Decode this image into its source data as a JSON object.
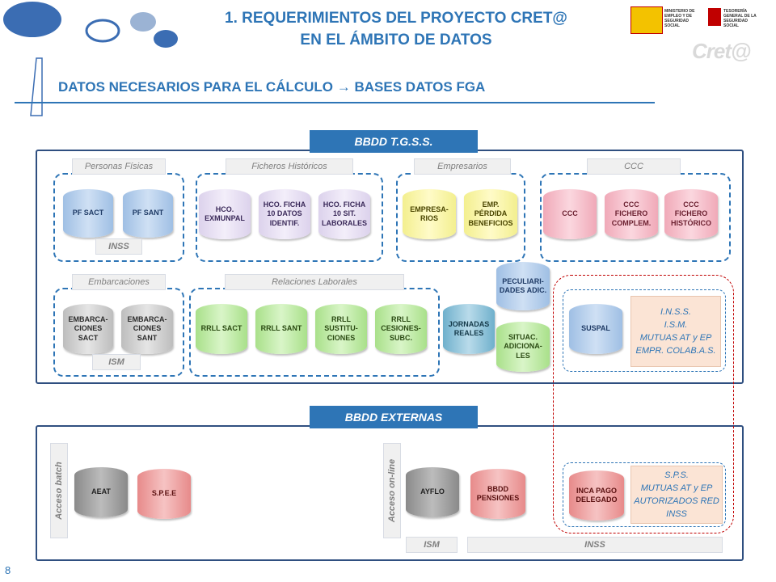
{
  "header": {
    "title_line1": "1. REQUERIMIENTOS DEL PROYECTO CRET@",
    "title_line2": "EN EL ÁMBITO DE DATOS",
    "subtitle_left": "DATOS NECESARIOS PARA EL CÁLCULO",
    "subtitle_arrow": "→",
    "subtitle_right": "BASES DATOS FGA",
    "logo_ministry": "MINISTERIO DE EMPLEO Y DE SEGURIDAD SOCIAL",
    "logo_tgss": "TESORERÍA GENERAL DE LA SEGURIDAD SOCIAL",
    "logo_creta": "Cret@"
  },
  "tgss": {
    "title": "BBDD T.G.S.S.",
    "personas": {
      "label": "Personas Físicas",
      "items": [
        "PF SACT",
        "PF SANT"
      ],
      "footer": "INSS"
    },
    "historicos": {
      "label": "Ficheros Históricos",
      "items": [
        "HCO. EXMUNPAL",
        "HCO. FICHA 10 DATOS IDENTIF.",
        "HCO. FICHA 10 SIT. LABORALES"
      ]
    },
    "empresarios": {
      "label": "Empresarios",
      "items": [
        "EMPRESA-RIOS",
        "EMP. PÉRDIDA BENEFICIOS"
      ]
    },
    "ccc": {
      "label": "CCC",
      "items": [
        "CCC",
        "CCC FICHERO COMPLEM.",
        "CCC FICHERO HISTÓRICO"
      ]
    },
    "embarcaciones": {
      "label": "Embarcaciones",
      "items": [
        "EMBARCA-CIONES SACT",
        "EMBARCA-CIONES SANT"
      ],
      "footer": "ISM"
    },
    "relaciones": {
      "label": "Relaciones Laborales",
      "items": [
        "RRLL SACT",
        "RRLL SANT",
        "RRLL SUSTITU-CIONES",
        "RRLL CESIONES-SUBC."
      ]
    },
    "jornadas": "JORNADAS REALES",
    "peculiaridades": "PECULIARI-DADES ADIC.",
    "situaciones": "SITUAC. ADICIONA-LES",
    "suspal": "SUSPAL",
    "info_lines": [
      "I.N.S.S.",
      "I.S.M.",
      "MUTUAS AT y EP",
      "EMPR. COLAB.A.S."
    ]
  },
  "externas": {
    "title": "BBDD EXTERNAS",
    "batch_label": "Acceso batch",
    "batch_items": [
      "AEAT",
      "S.P.E.E"
    ],
    "online_label": "Acceso on-line",
    "online_items": [
      "AYFLO",
      "BBDD PENSIONES"
    ],
    "inca": "INCA PAGO DELEGADO",
    "info_lines": [
      "S.P.S.",
      "MUTUAS AT y EP",
      "AUTORIZADOS RED",
      "INSS"
    ],
    "footer_ism": "ISM",
    "footer_inss": "INSS"
  },
  "page_number": "8",
  "colors": {
    "accent": "#2e75b6",
    "panel_border": "#2f4f80",
    "highlight_dash": "#c00000",
    "info_bg": "#fbe4d5"
  }
}
